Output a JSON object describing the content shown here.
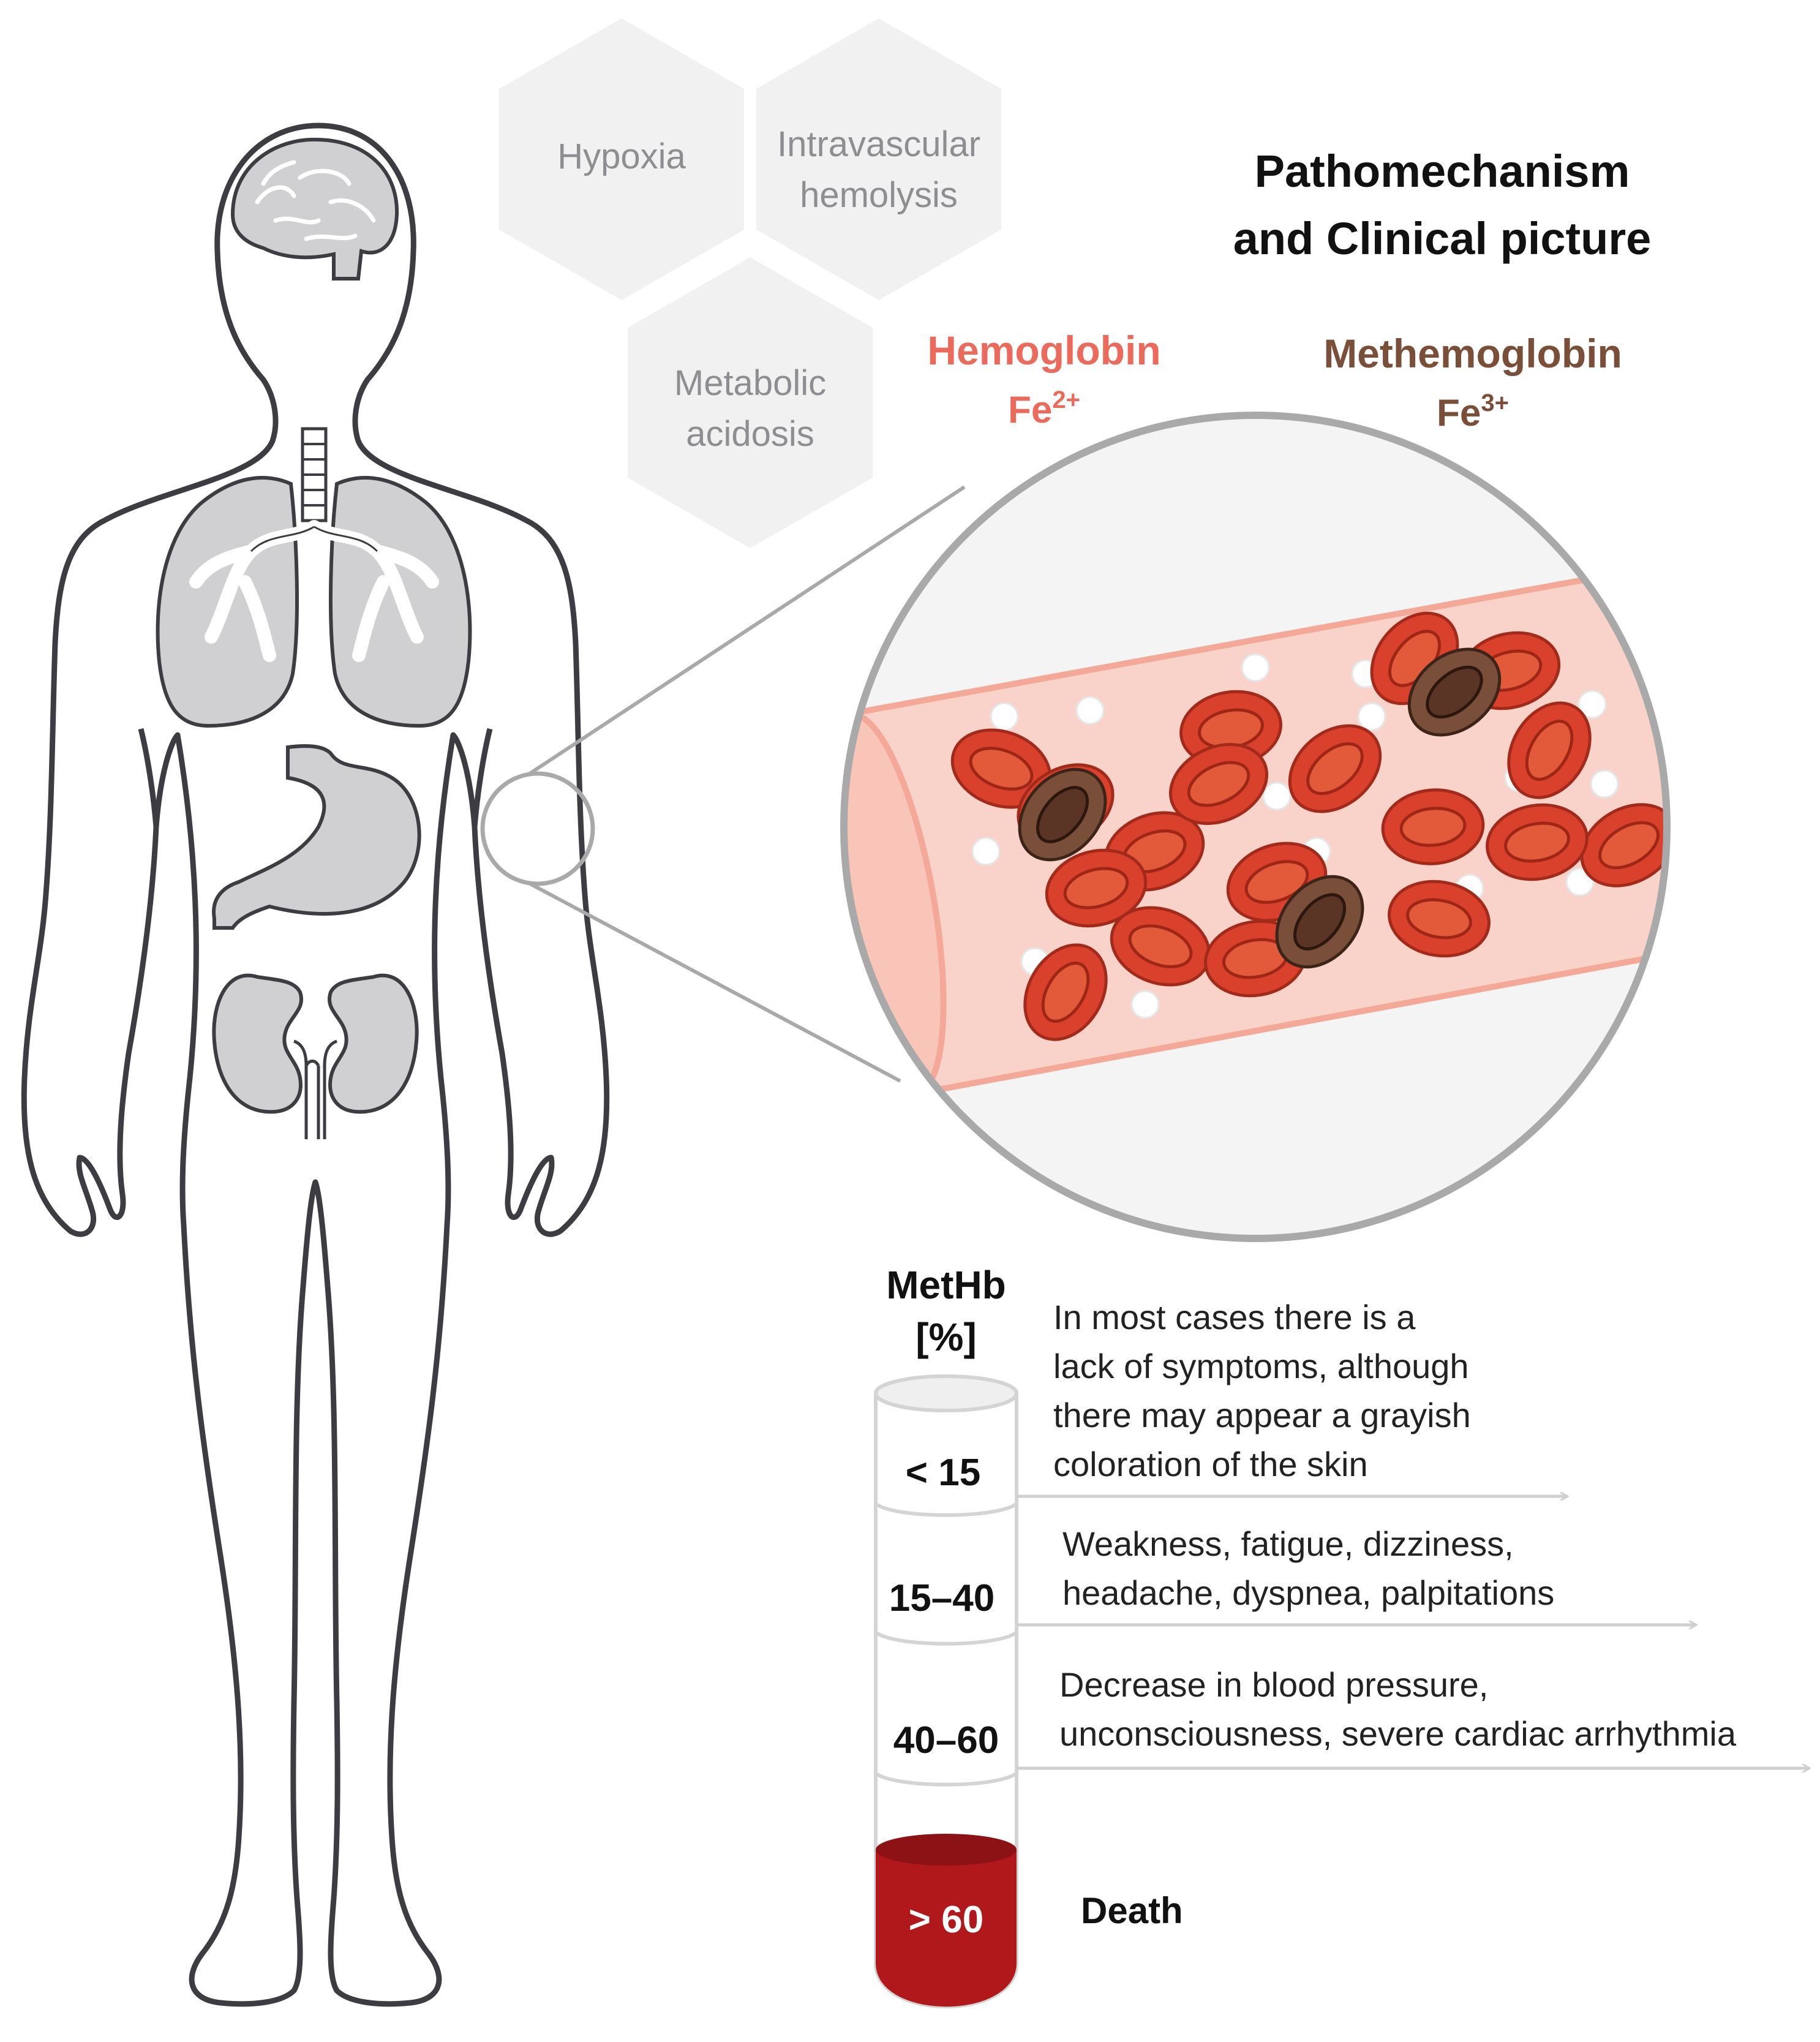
{
  "title": {
    "line1": "Pathomechanism",
    "line2": "and Clinical picture"
  },
  "hexagons": {
    "hypoxia": "Hypoxia",
    "intravascular_1": "Intravascular",
    "intravascular_2": "hemolysis",
    "metabolic_1": "Metabolic",
    "metabolic_2": "acidosis"
  },
  "hemoglobin": {
    "name": "Hemoglobin",
    "ion": "Fe",
    "charge": "2+",
    "color": "#ec6a5c"
  },
  "methemoglobin": {
    "name": "Methemoglobin",
    "ion": "Fe",
    "charge": "3+",
    "color": "#7a4f3a"
  },
  "scale": {
    "header_1": "MetHb",
    "header_2": "[%]",
    "levels": [
      {
        "range": "< 15",
        "lines": [
          "In most cases there is a",
          "lack of symptoms, although",
          "there may appear a grayish",
          "coloration of the skin"
        ]
      },
      {
        "range": "15–40",
        "lines": [
          "Weakness, fatigue, dizziness,",
          "headache, dyspnea, palpitations"
        ]
      },
      {
        "range": "40–60",
        "lines": [
          "Decrease in blood pressure,",
          "unconsciousness, severe cardiac arrhythmia"
        ]
      },
      {
        "range": "> 60",
        "lines": [
          "Death"
        ]
      }
    ],
    "death_color": "#b0181b"
  },
  "colors": {
    "rbc": "#d9412c",
    "rbc_inner": "#e25a3a",
    "vessel": "#f6c7bd",
    "organ": "#d0d0d2",
    "outline": "#3c3c42",
    "hex": "#f1f1f2"
  }
}
